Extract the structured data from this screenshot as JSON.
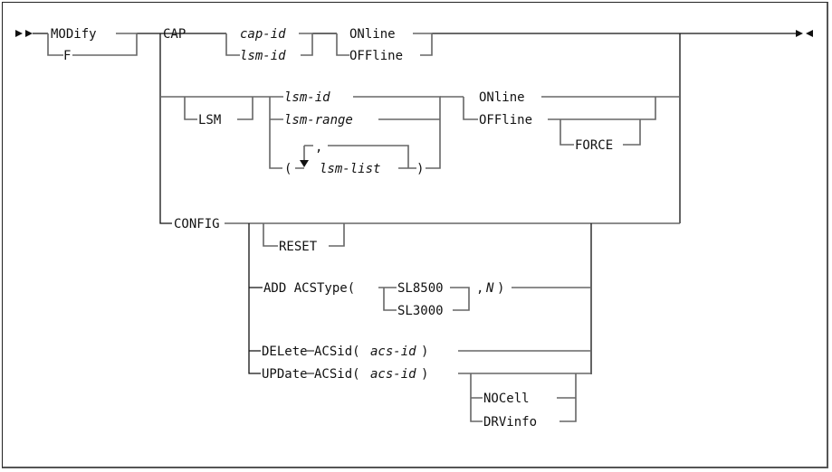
{
  "diagram": {
    "type": "syntax-railroad",
    "command": {
      "keyword": "MODify",
      "alias": "F"
    },
    "cap": {
      "keyword": "CAP",
      "ids": [
        "cap-id",
        "lsm-id"
      ],
      "states": [
        "ONline",
        "OFFline"
      ]
    },
    "lsm": {
      "keyword": "LSM",
      "targets": {
        "id": "lsm-id",
        "range": "lsm-range",
        "list": "lsm-list",
        "open": "(",
        "close": ")",
        "separator": ","
      },
      "states": [
        "ONline",
        "OFFline"
      ],
      "force": "FORCE"
    },
    "config": {
      "keyword": "CONFIG",
      "reset": "RESET",
      "add": {
        "label": "ADD ACSType(",
        "types": [
          "SL8500",
          "SL3000"
        ],
        "suffix_sep": ",",
        "suffix_var": "N",
        "suffix_close": ")"
      },
      "delete": {
        "label": "DELete",
        "arg": "ACSid(",
        "var": "acs-id",
        "close": ")"
      },
      "update": {
        "label": "UPDate",
        "arg": "ACSid(",
        "var": "acs-id",
        "close": ")",
        "options": [
          "NOCell",
          "DRVinfo"
        ]
      }
    }
  }
}
